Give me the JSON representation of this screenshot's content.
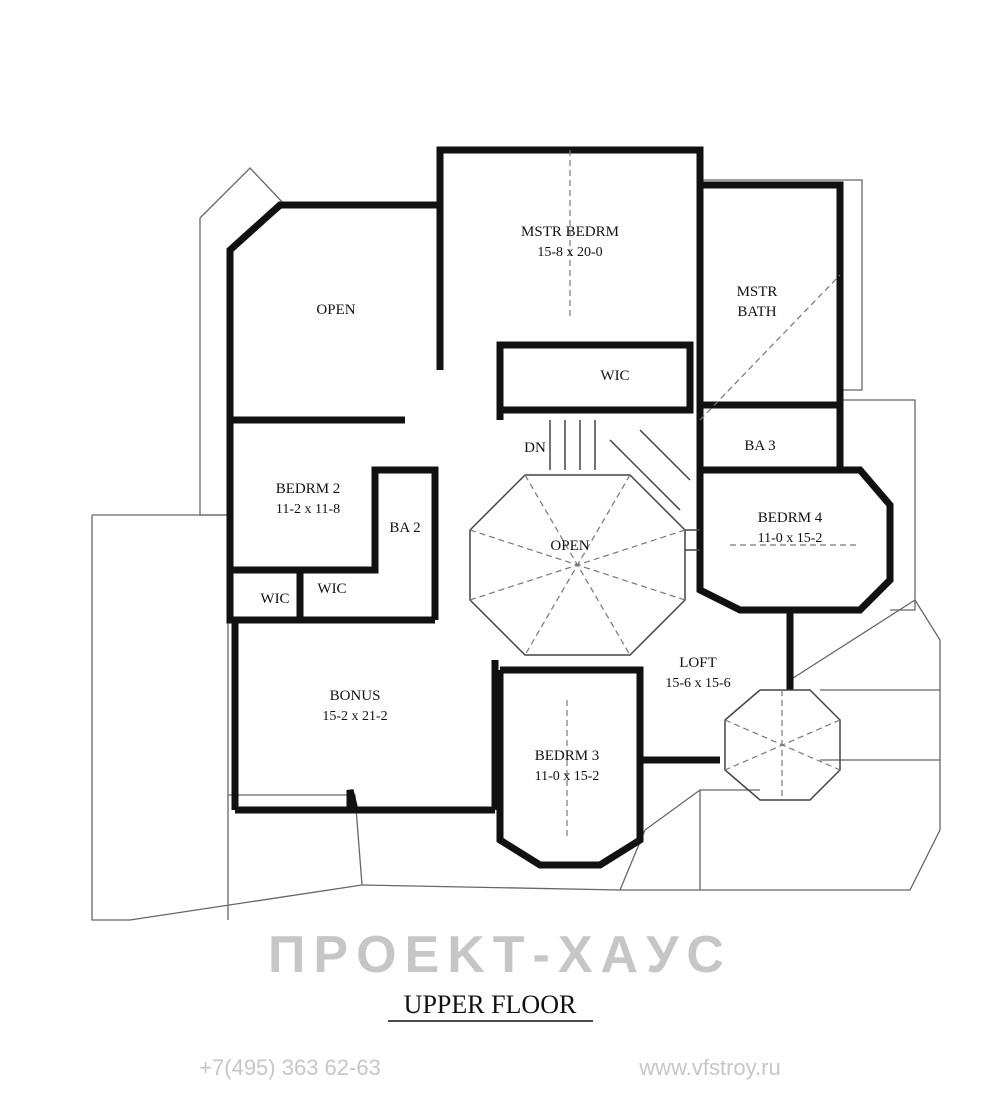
{
  "title": "UPPER FLOOR",
  "rooms": {
    "open_top": {
      "name": "OPEN"
    },
    "mstr_bedrm": {
      "name": "MSTR BEDRM",
      "size": "15-8 x 20-0"
    },
    "mstr_bath": {
      "name1": "MSTR",
      "name2": "BATH"
    },
    "wic_master": {
      "name": "WIC"
    },
    "ba3": {
      "name": "BA 3"
    },
    "dn": {
      "name": "DN"
    },
    "bedrm2": {
      "name": "BEDRM 2",
      "size": "11-2 x 11-8"
    },
    "ba2": {
      "name": "BA 2"
    },
    "open_center": {
      "name": "OPEN"
    },
    "bedrm4": {
      "name": "BEDRM 4",
      "size": "11-0 x 15-2"
    },
    "wic_1": {
      "name": "WIC"
    },
    "wic_2": {
      "name": "WIC"
    },
    "loft": {
      "name": "LOFT",
      "size": "15-6 x 15-6"
    },
    "bonus": {
      "name": "BONUS",
      "size": "15-2 x 21-2"
    },
    "bedrm3": {
      "name": "BEDRM 3",
      "size": "11-0 x 15-2"
    }
  },
  "watermark": {
    "logo": "ПРОЕКТ-ХАУС",
    "phone": "+7(495) 363 62-63",
    "url": "www.vfstroy.ru"
  }
}
